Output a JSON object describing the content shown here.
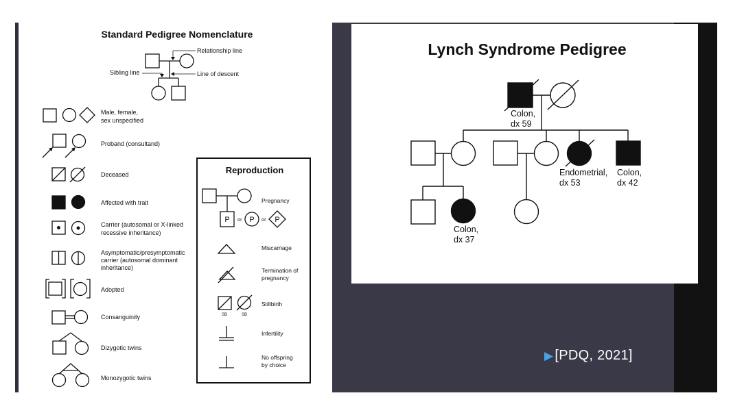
{
  "nomenclature": {
    "title": "Standard Pedigree Nomenclature",
    "relationship_line": "Relationship line",
    "sibling_line": "Sibling line",
    "line_of_descent": "Line of descent",
    "legend": {
      "male_female": "Male, female,",
      "sex_unspecified": "sex unspecified",
      "proband": "Proband (consultand)",
      "deceased": "Deceased",
      "affected": "Affected with trait",
      "carrier_1": "Carrier (autosomal or X-linked",
      "carrier_2": "recessive inheritance)",
      "asym_1": "Asymptomatic/presymptomatic",
      "asym_2": "carrier (autosomal dominant",
      "asym_3": "inheritance)",
      "adopted": "Adopted",
      "consanguinity": "Consanguinity",
      "dizygotic": "Dizygotic twins",
      "monozygotic": "Monozygotic twins"
    }
  },
  "reproduction": {
    "title": "Reproduction",
    "pregnancy": "Pregnancy",
    "p_letter": "P",
    "or_word": "or",
    "miscarriage": "Miscarriage",
    "termination_1": "Termination of",
    "termination_2": "pregnancy",
    "stillbirth": "Stillbirth",
    "sb": "SB",
    "infertility": "Infertility",
    "no_offspring_1": "No offspring",
    "no_offspring_2": "by choice"
  },
  "lynch": {
    "title": "Lynch Syndrome Pedigree",
    "labels": {
      "grandfather_1": "Colon,",
      "grandfather_2": "dx 59",
      "aunt_1": "Endometrial,",
      "aunt_2": "dx 53",
      "uncle_1": "Colon,",
      "uncle_2": "dx 42",
      "grandchild_1": "Colon,",
      "grandchild_2": "dx 37"
    }
  },
  "citation": "[PDQ, 2021]"
}
